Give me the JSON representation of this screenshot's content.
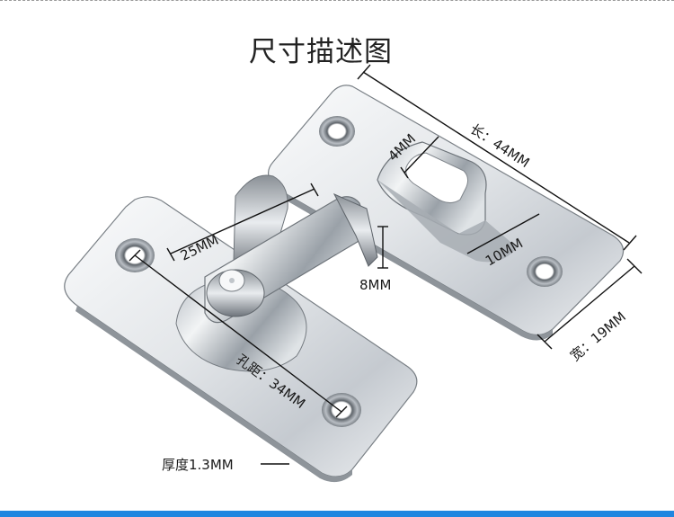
{
  "title": "尺寸描述图",
  "labels": {
    "length": "长：44MM",
    "width": "宽：19MM",
    "slot": "4MM",
    "arm_length": "25MM",
    "bolt_width": "10MM",
    "bolt_height": "8MM",
    "hole_spacing": "孔距：34MM",
    "thickness": "厚度1.3MM"
  },
  "colors": {
    "steel_light": "#f4f5f6",
    "steel_mid": "#c9cdd2",
    "steel_dark": "#6e747a",
    "accent_bar": "#1f86e0"
  }
}
